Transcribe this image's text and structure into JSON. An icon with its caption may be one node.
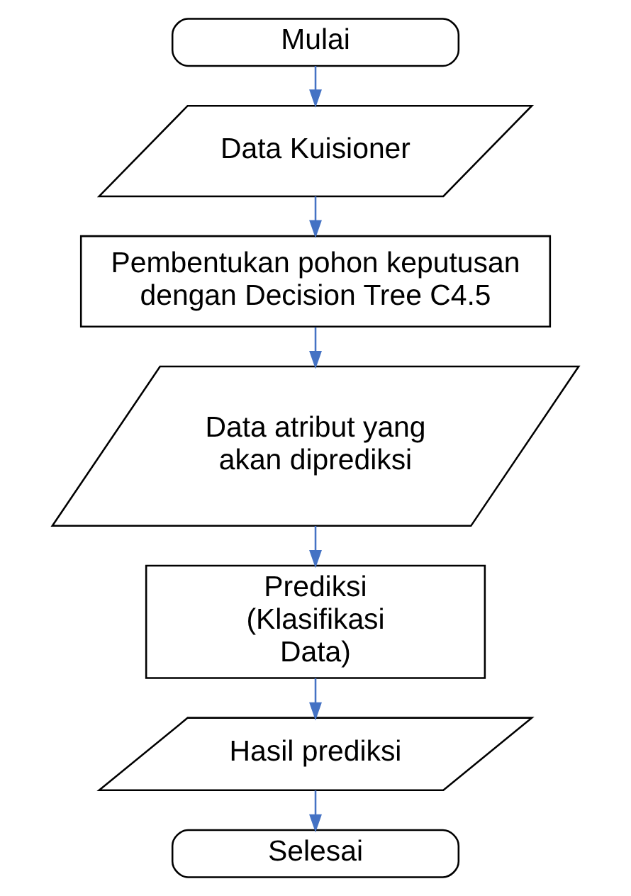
{
  "diagram": {
    "nodes": [
      {
        "text": [
          "Mulai"
        ]
      },
      {
        "text": [
          "Data Kuisioner"
        ]
      },
      {
        "text": [
          "Pembentukan pohon keputusan dengan Decision Tree C4.5"
        ]
      },
      {
        "text": [
          "Data atribut yang akan diprediksi"
        ]
      },
      {
        "text": [
          "Prediksi (Klasifikasi Data)"
        ]
      },
      {
        "text": [
          "Hasil prediksi"
        ]
      },
      {
        "text": [
          "Selesai"
        ]
      }
    ],
    "edges": [
      {
        "from": 0,
        "to": 1,
        "arrow": "to"
      },
      {
        "from": 1,
        "to": 2,
        "arrow": "to"
      },
      {
        "from": 2,
        "to": 3,
        "arrow": "to"
      },
      {
        "from": 3,
        "to": 4,
        "arrow": "to"
      },
      {
        "from": 4,
        "to": 5,
        "arrow": "to"
      },
      {
        "from": 5,
        "to": 6,
        "arrow": "to"
      }
    ]
  }
}
